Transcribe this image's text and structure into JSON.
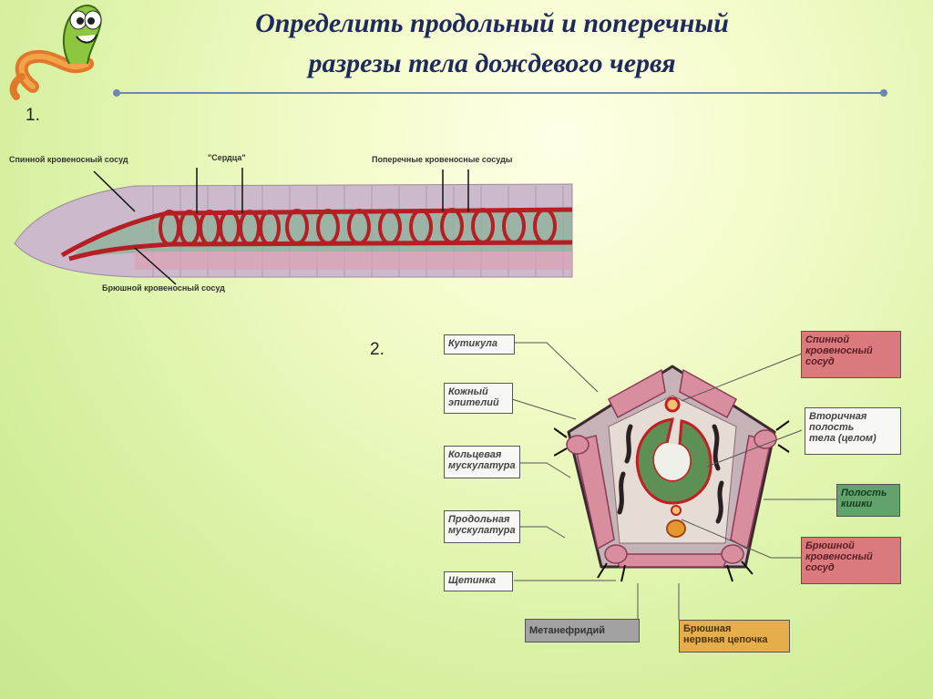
{
  "title": {
    "line1": "Определить продольный и поперечный",
    "line2": "разрезы тела дождевого червя"
  },
  "figure1": {
    "number": "1.",
    "labels": {
      "dorsal_vessel": "Спинной кровеносный сосуд",
      "hearts": "\"Сердца\"",
      "transverse_vessels": "Поперечные кровеносные сосуды",
      "ventral_vessel": "Брюшной кровеносный сосуд"
    }
  },
  "figure2": {
    "number": "2.",
    "labels": {
      "cuticle": "Кутикула",
      "skin_epithelium_1": "Кожный",
      "skin_epithelium_2": "эпителий",
      "circular_muscles_1": "Кольцевая",
      "circular_muscles_2": "мускулатура",
      "longitudinal_muscles_1": "Продольная",
      "longitudinal_muscles_2": "мускулатура",
      "bristle": "Щетинка",
      "metanephridium": "Метанефридий",
      "nerve_chain_1": "Брюшная",
      "nerve_chain_2": "нервная цепочка",
      "dorsal_vessel_1": "Спинной",
      "dorsal_vessel_2": "кровеносный",
      "dorsal_vessel_3": "сосуд",
      "coelom_1": "Вторичная",
      "coelom_2": "полость",
      "coelom_3": "тела (целом)",
      "gut_cavity_1": "Полость",
      "gut_cavity_2": "кишки",
      "ventral_vessel_1": "Брюшной",
      "ventral_vessel_2": "кровеносный",
      "ventral_vessel_3": "сосуд"
    }
  },
  "colors": {
    "title": "#1f2a5c",
    "vessel": "#b51e22",
    "muscle": "#d98ea0",
    "body": "#c9b8c9"
  }
}
